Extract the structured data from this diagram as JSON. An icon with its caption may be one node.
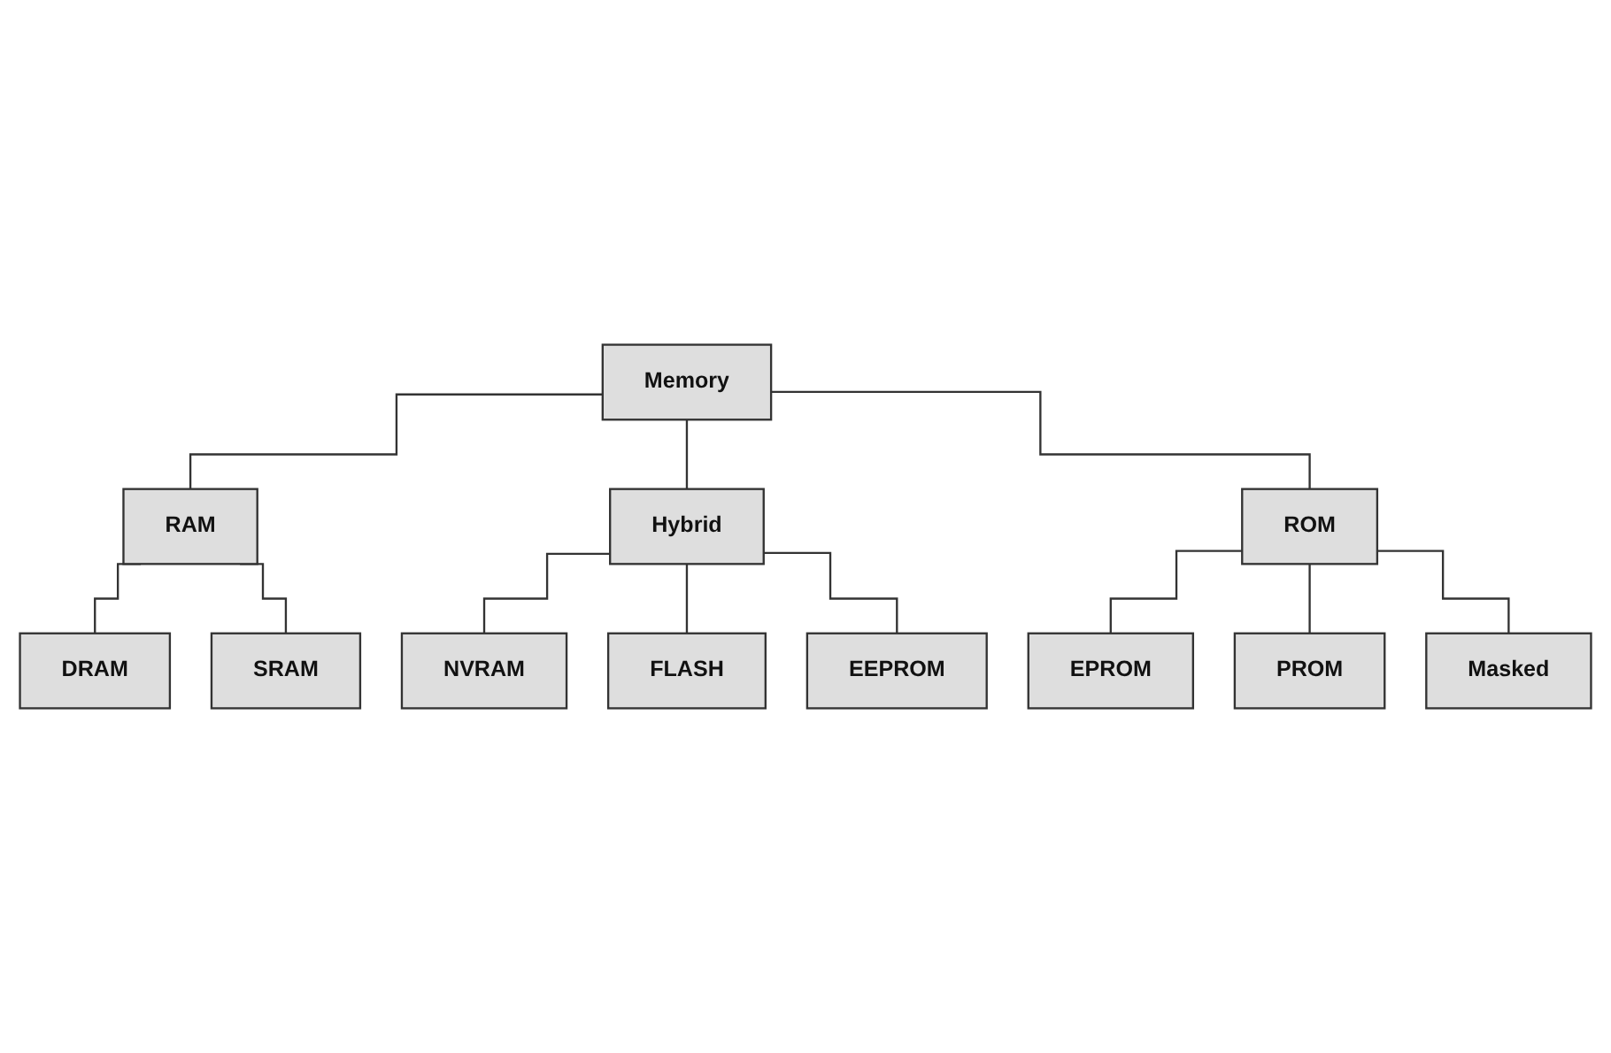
{
  "diagram": {
    "nodes": [
      {
        "text": [
          "Memory"
        ]
      },
      {
        "text": [
          "RAM"
        ]
      },
      {
        "text": [
          "Hybrid"
        ]
      },
      {
        "text": [
          "ROM"
        ]
      },
      {
        "text": [
          "DRAM"
        ]
      },
      {
        "text": [
          "SRAM"
        ]
      },
      {
        "text": [
          "NVRAM"
        ]
      },
      {
        "text": [
          "FLASH"
        ]
      },
      {
        "text": [
          "EEPROM"
        ]
      },
      {
        "text": [
          "EPROM"
        ]
      },
      {
        "text": [
          "PROM"
        ]
      },
      {
        "text": [
          "Masked"
        ]
      }
    ],
    "edges": [
      {
        "from": 0,
        "to": 1,
        "arrow": "none"
      },
      {
        "from": 0,
        "to": 2,
        "arrow": "none"
      },
      {
        "from": 0,
        "to": 3,
        "arrow": "none"
      },
      {
        "from": 1,
        "to": 4,
        "arrow": "none"
      },
      {
        "from": 1,
        "to": 5,
        "arrow": "none"
      },
      {
        "from": 2,
        "to": 6,
        "arrow": "none"
      },
      {
        "from": 2,
        "to": 7,
        "arrow": "none"
      },
      {
        "from": 2,
        "to": 8,
        "arrow": "none"
      },
      {
        "from": 3,
        "to": 9,
        "arrow": "none"
      },
      {
        "from": 3,
        "to": 10,
        "arrow": "none"
      },
      {
        "from": 3,
        "to": 11,
        "arrow": "none"
      }
    ]
  }
}
